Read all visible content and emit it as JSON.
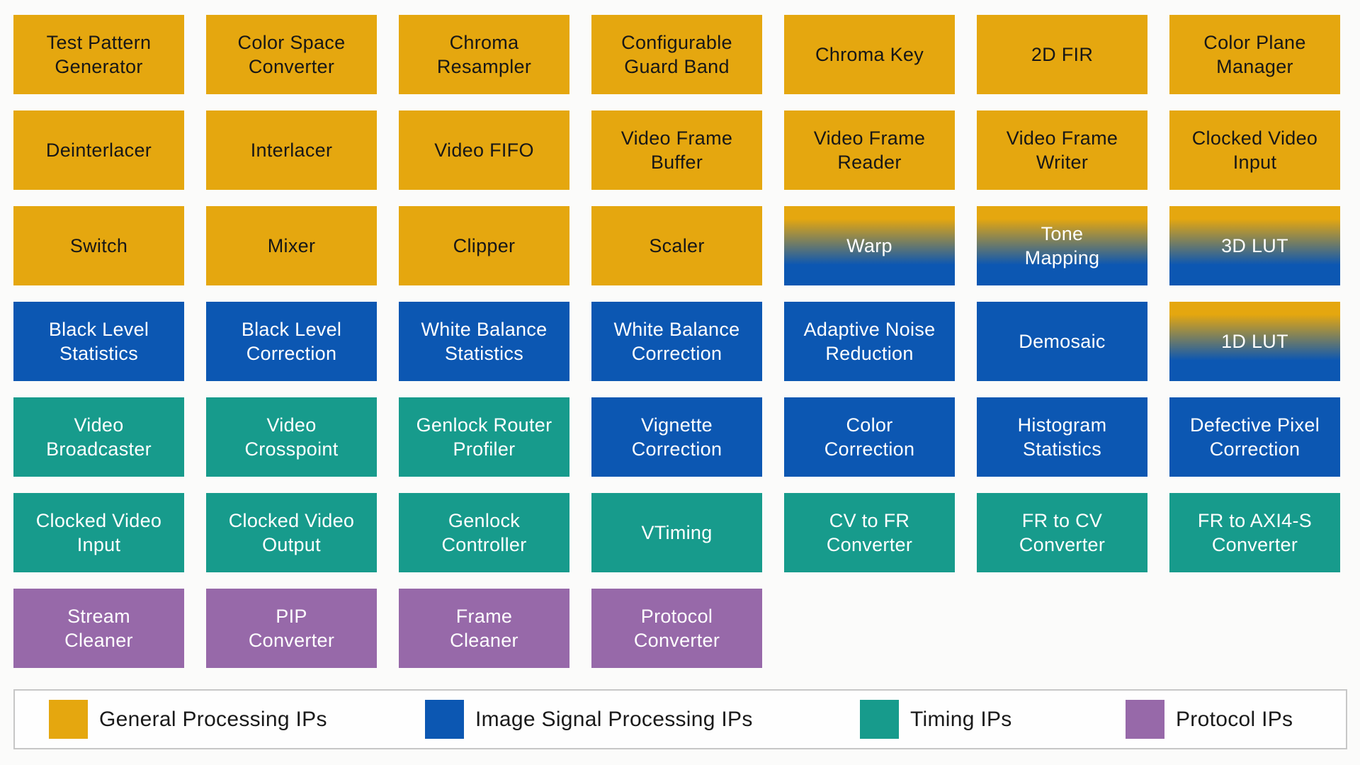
{
  "palette": {
    "general_yellow": "#E5A70F",
    "isp_blue": "#0C57B2",
    "timing_teal": "#179B8C",
    "protocol_purple": "#9769A9",
    "tile_text_dark": "#171717",
    "tile_text_light": "#FFFFFF",
    "legend_text": "#1A1A1A",
    "legend_border": "#C7C7C7",
    "page_background": "#FBFBFA"
  },
  "grid": {
    "rows": [
      {
        "tiles": [
          {
            "label": "Test Pattern\nGenerator",
            "category": "general"
          },
          {
            "label": "Color Space\nConverter",
            "category": "general"
          },
          {
            "label": "Chroma\nResampler",
            "category": "general"
          },
          {
            "label": "Configurable\nGuard Band",
            "category": "general"
          },
          {
            "label": "Chroma Key",
            "category": "general"
          },
          {
            "label": "2D FIR",
            "category": "general"
          },
          {
            "label": "Color Plane\nManager",
            "category": "general"
          }
        ]
      },
      {
        "tiles": [
          {
            "label": "Deinterlacer",
            "category": "general"
          },
          {
            "label": "Interlacer",
            "category": "general"
          },
          {
            "label": "Video FIFO",
            "category": "general"
          },
          {
            "label": "Video Frame\nBuffer",
            "category": "general"
          },
          {
            "label": "Video Frame\nReader",
            "category": "general"
          },
          {
            "label": "Video Frame\nWriter",
            "category": "general"
          },
          {
            "label": "Clocked Video\nInput",
            "category": "general"
          }
        ]
      },
      {
        "tiles": [
          {
            "label": "Switch",
            "category": "general"
          },
          {
            "label": "Mixer",
            "category": "general"
          },
          {
            "label": "Clipper",
            "category": "general"
          },
          {
            "label": "Scaler",
            "category": "general"
          },
          {
            "label": "Warp",
            "category": "hybrid"
          },
          {
            "label": "Tone\nMapping",
            "category": "hybrid"
          },
          {
            "label": "3D LUT",
            "category": "hybrid"
          }
        ]
      },
      {
        "tiles": [
          {
            "label": "Black Level\nStatistics",
            "category": "isp"
          },
          {
            "label": "Black Level\nCorrection",
            "category": "isp"
          },
          {
            "label": "White Balance\nStatistics",
            "category": "isp"
          },
          {
            "label": "White Balance\nCorrection",
            "category": "isp"
          },
          {
            "label": "Adaptive Noise\nReduction",
            "category": "isp"
          },
          {
            "label": "Demosaic",
            "category": "isp"
          },
          {
            "label": "1D LUT",
            "category": "hybrid"
          }
        ]
      },
      {
        "tiles": [
          {
            "label": "Video\nBroadcaster",
            "category": "timing"
          },
          {
            "label": "Video\nCrosspoint",
            "category": "timing"
          },
          {
            "label": "Genlock Router\nProfiler",
            "category": "timing"
          },
          {
            "label": "Vignette\nCorrection",
            "category": "isp"
          },
          {
            "label": "Color\nCorrection",
            "category": "isp"
          },
          {
            "label": "Histogram\nStatistics",
            "category": "isp"
          },
          {
            "label": "Defective Pixel\nCorrection",
            "category": "isp"
          }
        ]
      },
      {
        "tiles": [
          {
            "label": "Clocked Video\nInput",
            "category": "timing"
          },
          {
            "label": "Clocked Video\nOutput",
            "category": "timing"
          },
          {
            "label": "Genlock\nController",
            "category": "timing"
          },
          {
            "label": "VTiming",
            "category": "timing"
          },
          {
            "label": "CV to FR\nConverter",
            "category": "timing"
          },
          {
            "label": "FR to CV\nConverter",
            "category": "timing"
          },
          {
            "label": "FR to AXI4-S\nConverter",
            "category": "timing"
          }
        ]
      },
      {
        "tiles": [
          {
            "label": "Stream\nCleaner",
            "category": "protocol"
          },
          {
            "label": "PIP\nConverter",
            "category": "protocol"
          },
          {
            "label": "Frame\nCleaner",
            "category": "protocol"
          },
          {
            "label": "Protocol\nConverter",
            "category": "protocol"
          }
        ]
      }
    ]
  },
  "legend": {
    "items": [
      {
        "label": "General Processing IPs",
        "category": "general"
      },
      {
        "label": "Image Signal Processing IPs",
        "category": "isp"
      },
      {
        "label": "Timing IPs",
        "category": "timing"
      },
      {
        "label": "Protocol IPs",
        "category": "protocol"
      }
    ]
  }
}
